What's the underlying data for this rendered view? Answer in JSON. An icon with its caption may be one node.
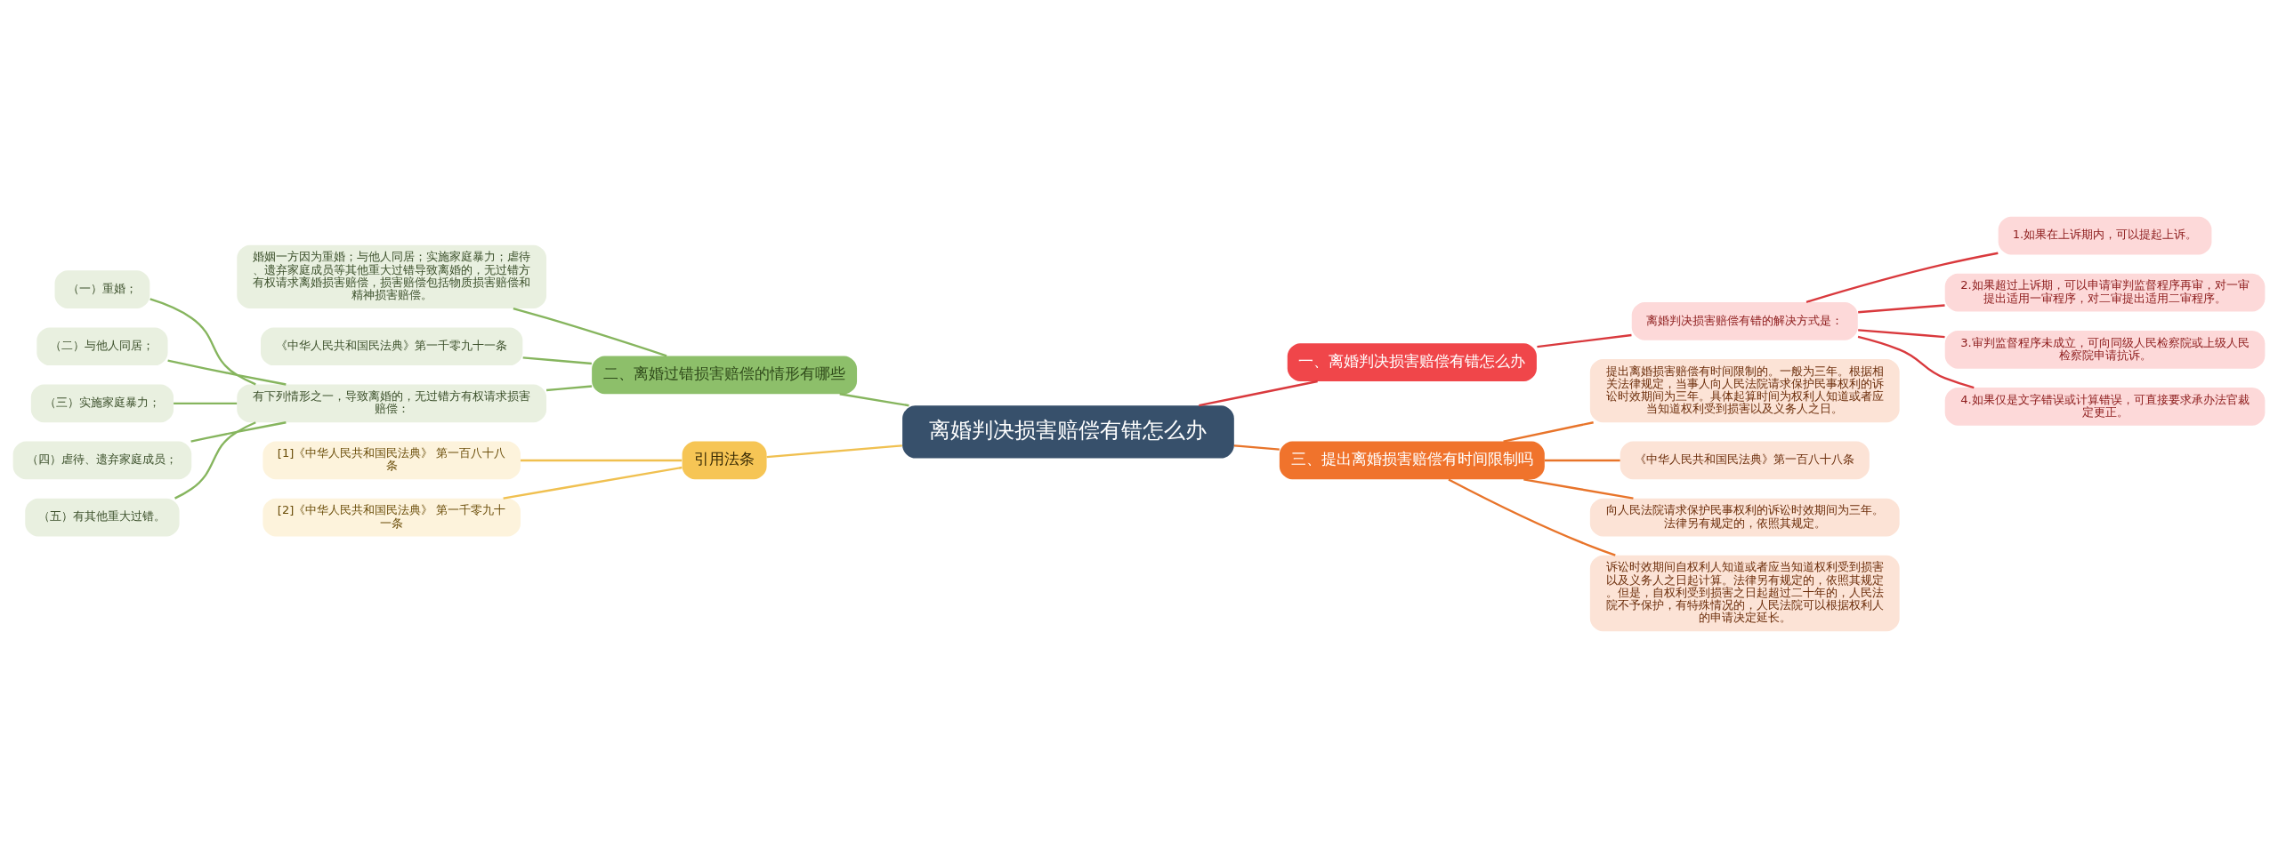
{
  "diagram": {
    "nodes": [
      {
        "text": [
          "离婚判决损害赔偿有错怎么办"
        ]
      },
      {
        "text": [
          "一、离婚判决损害赔偿有错怎么办"
        ]
      },
      {
        "text": [
          "离婚判决损害赔偿有错的解决方式是："
        ]
      },
      {
        "text": [
          "1.如果在上诉期内，可以提起上诉。"
        ]
      },
      {
        "text": [
          "2.如果超过上诉期，可以申请审判监督程序再审，对一审提出适用一审程序，对二审提出适用二审程序。"
        ]
      },
      {
        "text": [
          "3.审判监督程序未成立，可向同级人民检察院或上级人民检察院申请抗诉。"
        ]
      },
      {
        "text": [
          "4.如果仅是文字错误或计算错误，可直接要求承办法官裁定更正。"
        ]
      },
      {
        "text": [
          "三、提出离婚损害赔偿有时间限制吗"
        ]
      },
      {
        "text": [
          "提出离婚损害赔偿有时间限制的。一般为三年。根据相关法律规定，当事人向人民法院请求保护民事权利的诉讼时效期间为三年。具体起算时间为权利人知道或者应当知道权利受到损害以及义务人之日。"
        ]
      },
      {
        "text": [
          "《中华人民共和国民法典》第一百八十八条"
        ]
      },
      {
        "text": [
          "向人民法院请求保护民事权利的诉讼时效期间为三年。法律另有规定的，依照其规定。"
        ]
      },
      {
        "text": [
          "诉讼时效期间自权利人知道或者应当知道权利受到损害以及义务人之日起计算。法律另有规定的，依照其规定。但是，自权利受到损害之日起超过二十年的，人民法院不予保护，有特殊情况的，人民法院可以根据权利人的申请决定延长。"
        ]
      },
      {
        "text": [
          "二、离婚过错损害赔偿的情形有哪些"
        ]
      },
      {
        "text": [
          "婚姻一方因为重婚；与他人同居；实施家庭暴力；虐待、遗弃家庭成员等其他重大过错导致离婚的，无过错方有权请求离婚损害赔偿，损害赔偿包括物质损害赔偿和精神损害赔偿。"
        ]
      },
      {
        "text": [
          "《中华人民共和国民法典》第一千零九十一条"
        ]
      },
      {
        "text": [
          "有下列情形之一，导致离婚的，无过错方有权请求损害赔偿："
        ]
      },
      {
        "text": [
          "（一）重婚；"
        ]
      },
      {
        "text": [
          "（二）与他人同居；"
        ]
      },
      {
        "text": [
          "（三）实施家庭暴力；"
        ]
      },
      {
        "text": [
          "（四）虐待、遗弃家庭成员；"
        ]
      },
      {
        "text": [
          "（五）有其他重大过错。"
        ]
      },
      {
        "text": [
          "引用法条"
        ]
      },
      {
        "text": [
          "[1]《中华人民共和国民法典》 第一百八十八条"
        ]
      },
      {
        "text": [
          "[2]《中华人民共和国民法典》 第一千零九十一条"
        ]
      }
    ],
    "edges": [
      {
        "from": 0,
        "to": 1,
        "arrow": "none",
        "color": "#d9393d"
      },
      {
        "from": 1,
        "to": 2,
        "arrow": "none",
        "color": "#d9393d"
      },
      {
        "from": 2,
        "to": 3,
        "arrow": "none",
        "color": "#d9393d"
      },
      {
        "from": 2,
        "to": 4,
        "arrow": "none",
        "color": "#d9393d"
      },
      {
        "from": 2,
        "to": 5,
        "arrow": "none",
        "color": "#d9393d"
      },
      {
        "from": 2,
        "to": 6,
        "arrow": "none",
        "color": "#d9393d"
      },
      {
        "from": 0,
        "to": 7,
        "arrow": "none",
        "color": "#e8742a"
      },
      {
        "from": 7,
        "to": 8,
        "arrow": "none",
        "color": "#e8742a"
      },
      {
        "from": 7,
        "to": 9,
        "arrow": "none",
        "color": "#e8742a"
      },
      {
        "from": 7,
        "to": 10,
        "arrow": "none",
        "color": "#e8742a"
      },
      {
        "from": 7,
        "to": 11,
        "arrow": "none",
        "color": "#e8742a"
      },
      {
        "from": 0,
        "to": 12,
        "arrow": "none"
      },
      {
        "from": 12,
        "to": 13,
        "arrow": "none"
      },
      {
        "from": 12,
        "to": 14,
        "arrow": "none"
      },
      {
        "from": 12,
        "to": 15,
        "arrow": "none"
      },
      {
        "from": 15,
        "to": 16,
        "arrow": "none"
      },
      {
        "from": 15,
        "to": 17,
        "arrow": "none"
      },
      {
        "from": 15,
        "to": 18,
        "arrow": "none"
      },
      {
        "from": 15,
        "to": 19,
        "arrow": "none"
      },
      {
        "from": 15,
        "to": 20,
        "arrow": "none"
      },
      {
        "from": 0,
        "to": 21,
        "arrow": "none",
        "color": "#f0c050"
      },
      {
        "from": 21,
        "to": 22,
        "arrow": "none",
        "color": "#f0c050"
      },
      {
        "from": 21,
        "to": 23,
        "arrow": "none",
        "color": "#f0c050"
      }
    ]
  }
}
